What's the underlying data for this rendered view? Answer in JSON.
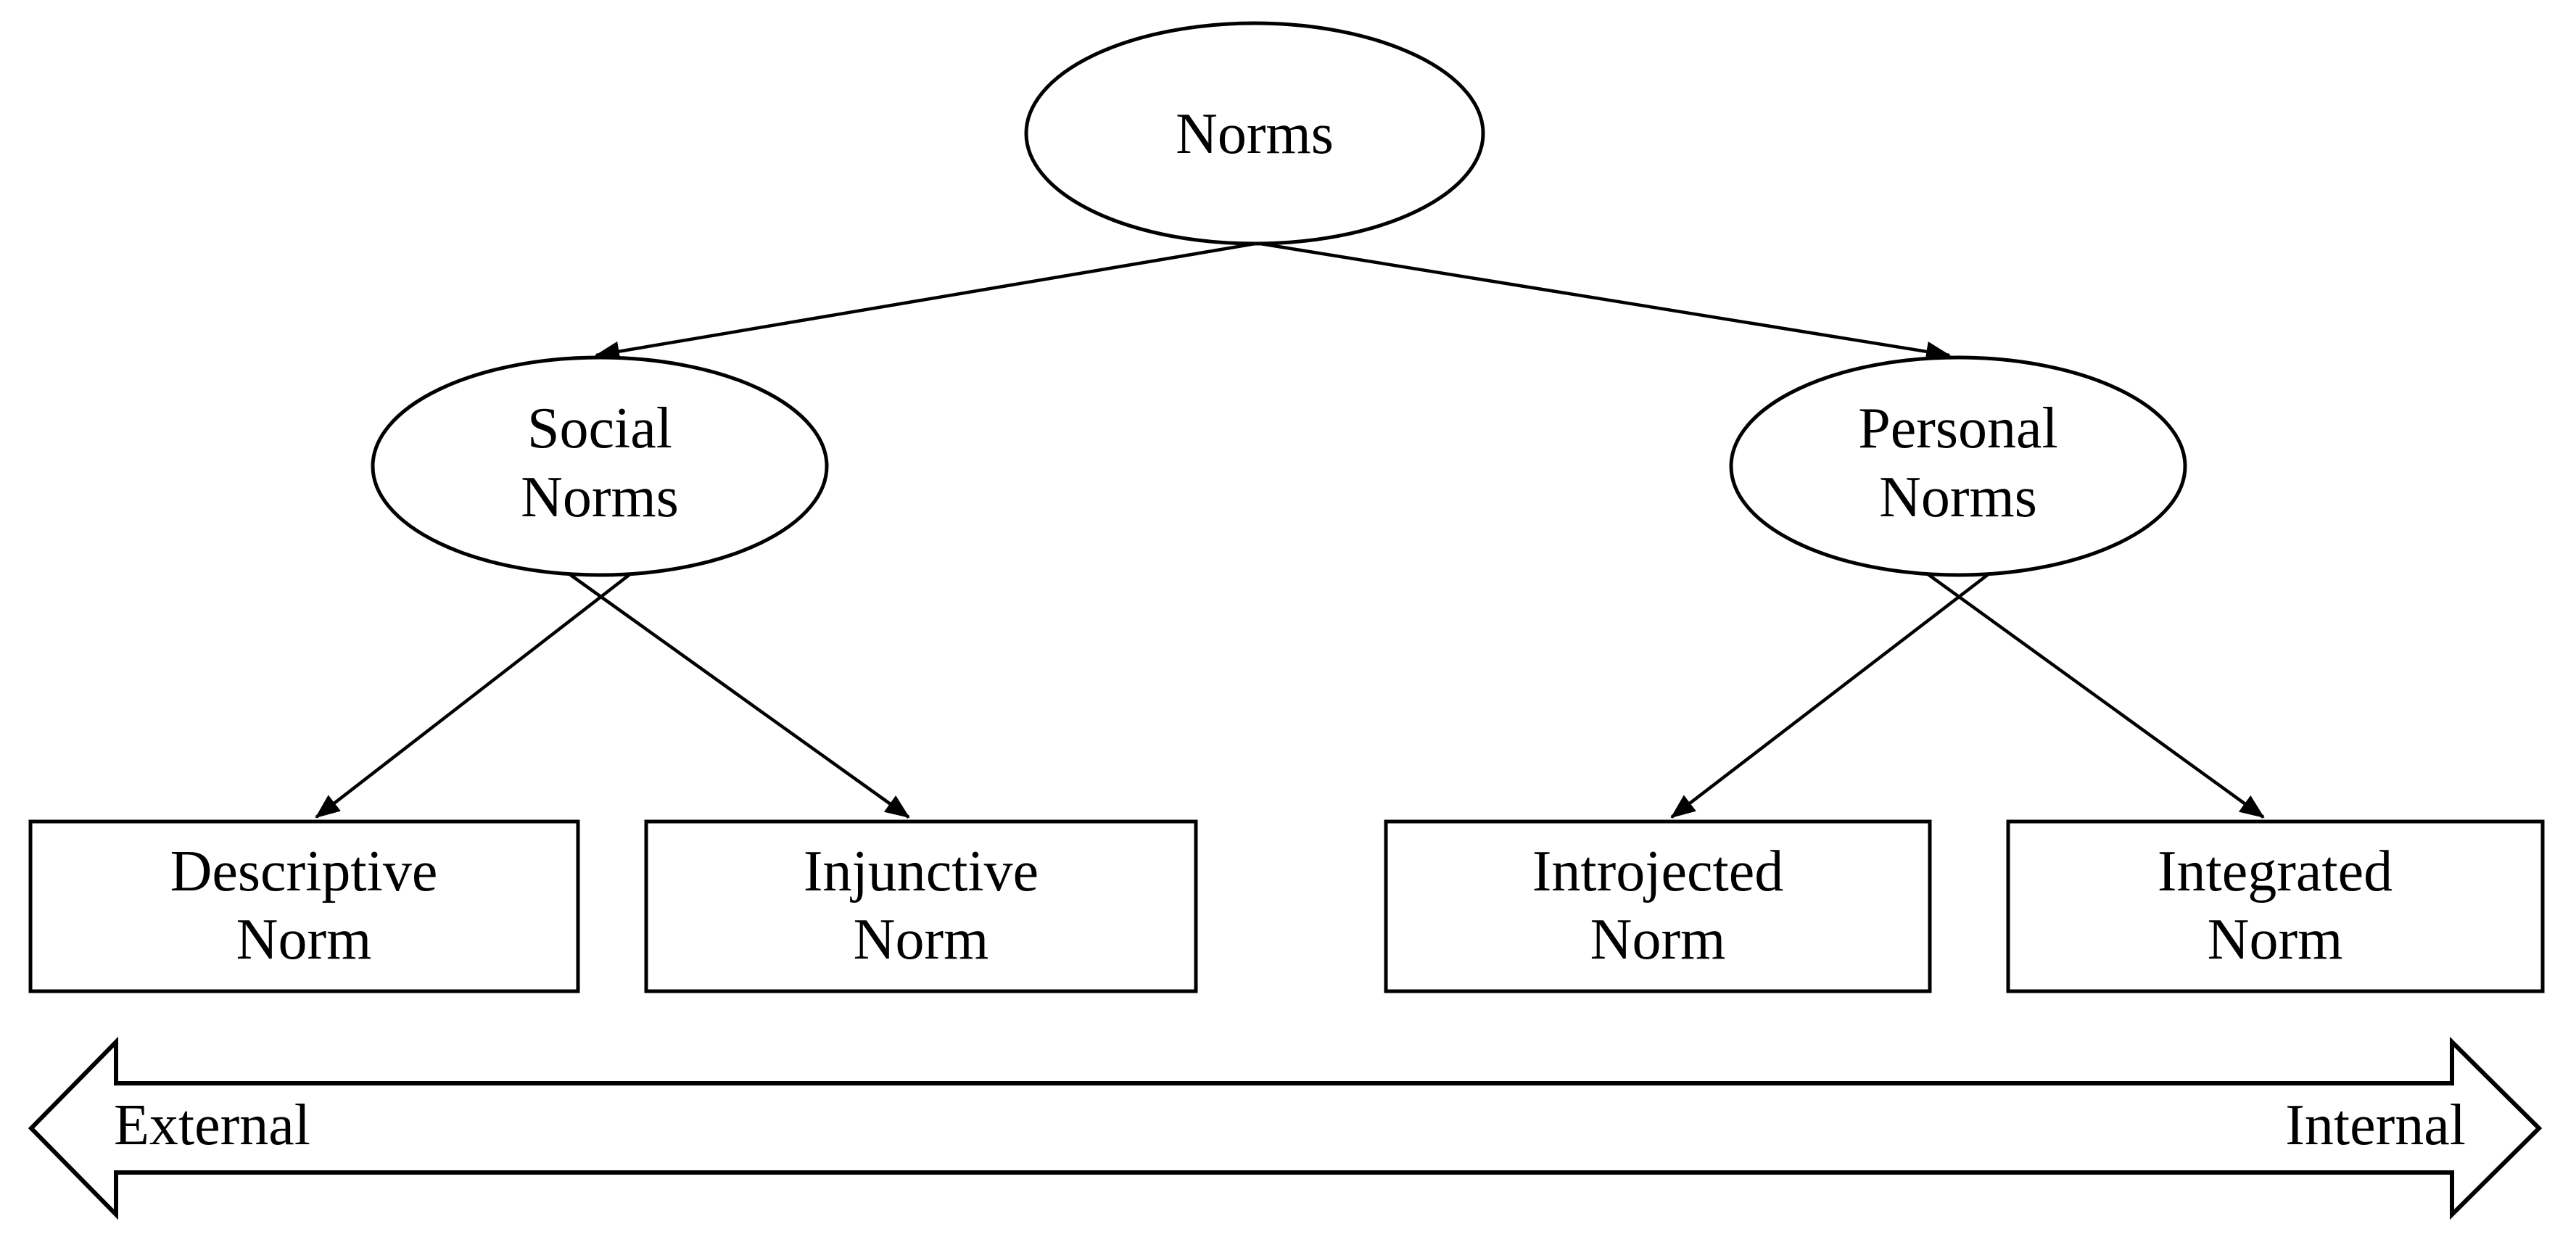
{
  "colors": {
    "ink": "#000000",
    "background": "#ffffff"
  },
  "tree": {
    "root": {
      "label": "Norms"
    },
    "branches": [
      {
        "line1": "Social",
        "line2": "Norms"
      },
      {
        "line1": "Personal",
        "line2": "Norms"
      }
    ],
    "leaves": [
      {
        "line1": "Descriptive",
        "line2": "Norm"
      },
      {
        "line1": "Injunctive",
        "line2": "Norm"
      },
      {
        "line1": "Introjected",
        "line2": "Norm"
      },
      {
        "line1": "Integrated",
        "line2": "Norm"
      }
    ]
  },
  "axis": {
    "left_label": "External",
    "right_label": "Internal"
  }
}
